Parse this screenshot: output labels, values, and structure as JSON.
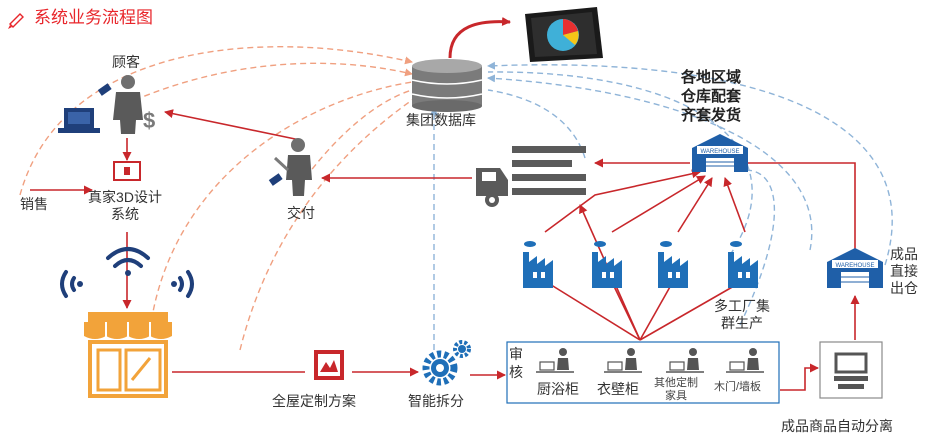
{
  "title": "系统业务流程图",
  "nodes": {
    "customer": "顾客",
    "sales": "销售",
    "design_system": "真家3D设计系统",
    "delivery": "交付",
    "database": "集团数据库",
    "regional_warehouse": "各地区域仓库配套齐套发货",
    "factory_cluster": "多工厂集群生产",
    "finished_warehouse": "成品直接出仓",
    "whole_house_plan": "全屋定制方案",
    "smart_split": "智能拆分",
    "review": "审核",
    "auto_separation": "成品商品自动分离"
  },
  "product_lines": [
    "厨浴柜",
    "衣壁柜",
    "其他定制家具",
    "木门/墙板"
  ],
  "warehouse_sign": "WAREHOUSE",
  "colors": {
    "flow_red": "#c8272b",
    "dashed_orange": "#f0a080",
    "dashed_blue": "#8fb4d8",
    "icon_navy": "#1f3f7a",
    "icon_blue": "#1f6fb8",
    "store_orange": "#f2a33a",
    "title_red": "#e8262b"
  }
}
